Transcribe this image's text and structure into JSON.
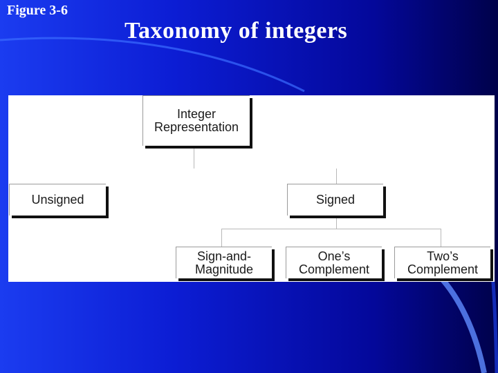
{
  "slide": {
    "figure_label": "Figure 3-6",
    "title": "Taxonomy of integers"
  },
  "diagram": {
    "root": {
      "line1": "Integer",
      "line2": "Representation"
    },
    "unsigned": "Unsigned",
    "signed": "Signed",
    "children": [
      {
        "line1": "Sign-and-",
        "line2": "Magnitude"
      },
      {
        "line1": "One’s",
        "line2": "Complement"
      },
      {
        "line1": "Two’s",
        "line2": "Complement"
      }
    ]
  },
  "colors": {
    "background_left": "#1b3cf0",
    "background_right": "#00014a",
    "panel": "#ffffff",
    "shadow": "#111111"
  }
}
